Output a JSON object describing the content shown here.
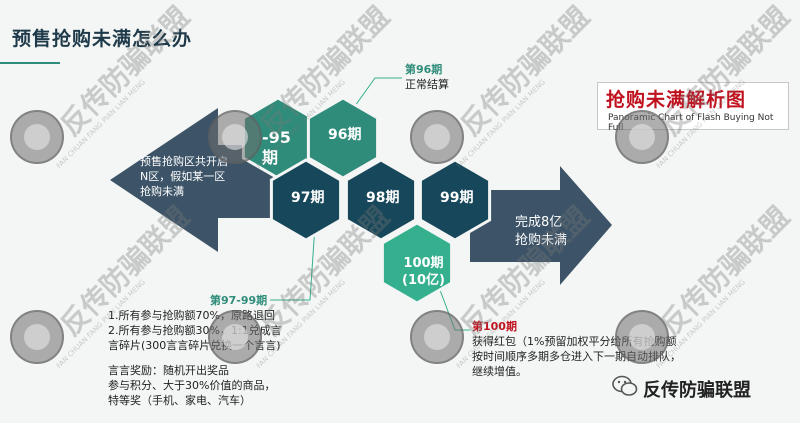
{
  "title": "预售抢购未满怎么办",
  "hexes": [
    {
      "label": "-95\n期",
      "color": "#2f8c7a"
    },
    {
      "label": "96期",
      "color": "#2f8c7a"
    },
    {
      "label": "97期",
      "color": "#17475a"
    },
    {
      "label": "98期",
      "color": "#17475a"
    },
    {
      "label": "99期",
      "color": "#17475a"
    },
    {
      "label": "100期\n(10亿)",
      "color": "#35b08f"
    }
  ],
  "left_arrow_text": [
    "预售抢购区共开启",
    "N区，假如某一区",
    "抢购未满"
  ],
  "right_arrow_text": [
    "完成8亿",
    "抢购未满"
  ],
  "callout_96": {
    "title": "第96期",
    "desc": "正常结算"
  },
  "callout_97_99": {
    "title": "第97-99期",
    "lines": [
      "1.所有参与抢购额70%，原路退回",
      "2.所有参与抢购额30%，1:1兑成言",
      "言碎片(300言言碎片兑换一个言言)"
    ]
  },
  "prize": {
    "lines": [
      "言言奖励：随机开出奖品",
      "参与积分、大于30%价值的商品，",
      "特等奖（手机、家电、汽车）"
    ]
  },
  "callout_100": {
    "title": "第100期",
    "lines": [
      "获得红包（1%预留加权平分给所有抢购额",
      "按时间顺序多期多仓进入下一期自动排队，",
      "继续增值。"
    ]
  },
  "chart_box": {
    "title": "抢购未满解析图",
    "subtitle": "Panoramic Chart of Flash Buying Not Full"
  },
  "watermark": {
    "main": "反传防骗联盟",
    "sub": "FAN CHUAN FANG PIAN LIAN MENG"
  },
  "logo": {
    "text": "反传防骗联盟",
    "icon": "wechat-icon"
  },
  "colors": {
    "teal": "#2f8c7a",
    "dark": "#17475a",
    "light_teal": "#35b08f",
    "arrow": "#3d5468",
    "red": "#c0111e"
  }
}
